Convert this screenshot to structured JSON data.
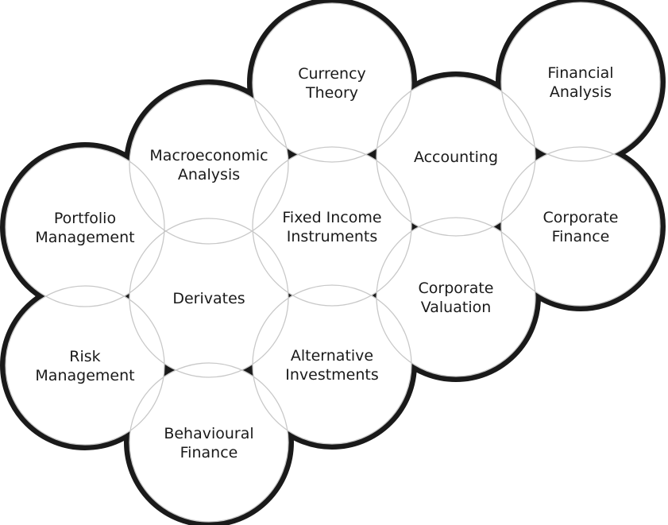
{
  "colors": {
    "outline": "#1a1a1a",
    "inner_line": "#c8c8c8",
    "fill": "#ffffff",
    "text": "#1a1a1a"
  },
  "circles": [
    {
      "id": "currency-theory",
      "lines": [
        "Currency",
        "Theory"
      ]
    },
    {
      "id": "financial-analysis",
      "lines": [
        "Financial",
        "Analysis"
      ]
    },
    {
      "id": "macroeconomic-analysis",
      "lines": [
        "Macroeconomic",
        "Analysis"
      ]
    },
    {
      "id": "accounting",
      "lines": [
        "Accounting"
      ]
    },
    {
      "id": "portfolio-management",
      "lines": [
        "Portfolio",
        "Management"
      ]
    },
    {
      "id": "fixed-income-instruments",
      "lines": [
        "Fixed Income",
        "Instruments"
      ]
    },
    {
      "id": "corporate-finance",
      "lines": [
        "Corporate",
        "Finance"
      ]
    },
    {
      "id": "derivates",
      "lines": [
        "Derivates"
      ]
    },
    {
      "id": "corporate-valuation",
      "lines": [
        "Corporate",
        "Valuation"
      ]
    },
    {
      "id": "risk-management",
      "lines": [
        "Risk",
        "Management"
      ]
    },
    {
      "id": "alternative-investments",
      "lines": [
        "Alternative",
        "Investments"
      ]
    },
    {
      "id": "behavioural-finance",
      "lines": [
        "Behavioural",
        "Finance"
      ]
    }
  ]
}
